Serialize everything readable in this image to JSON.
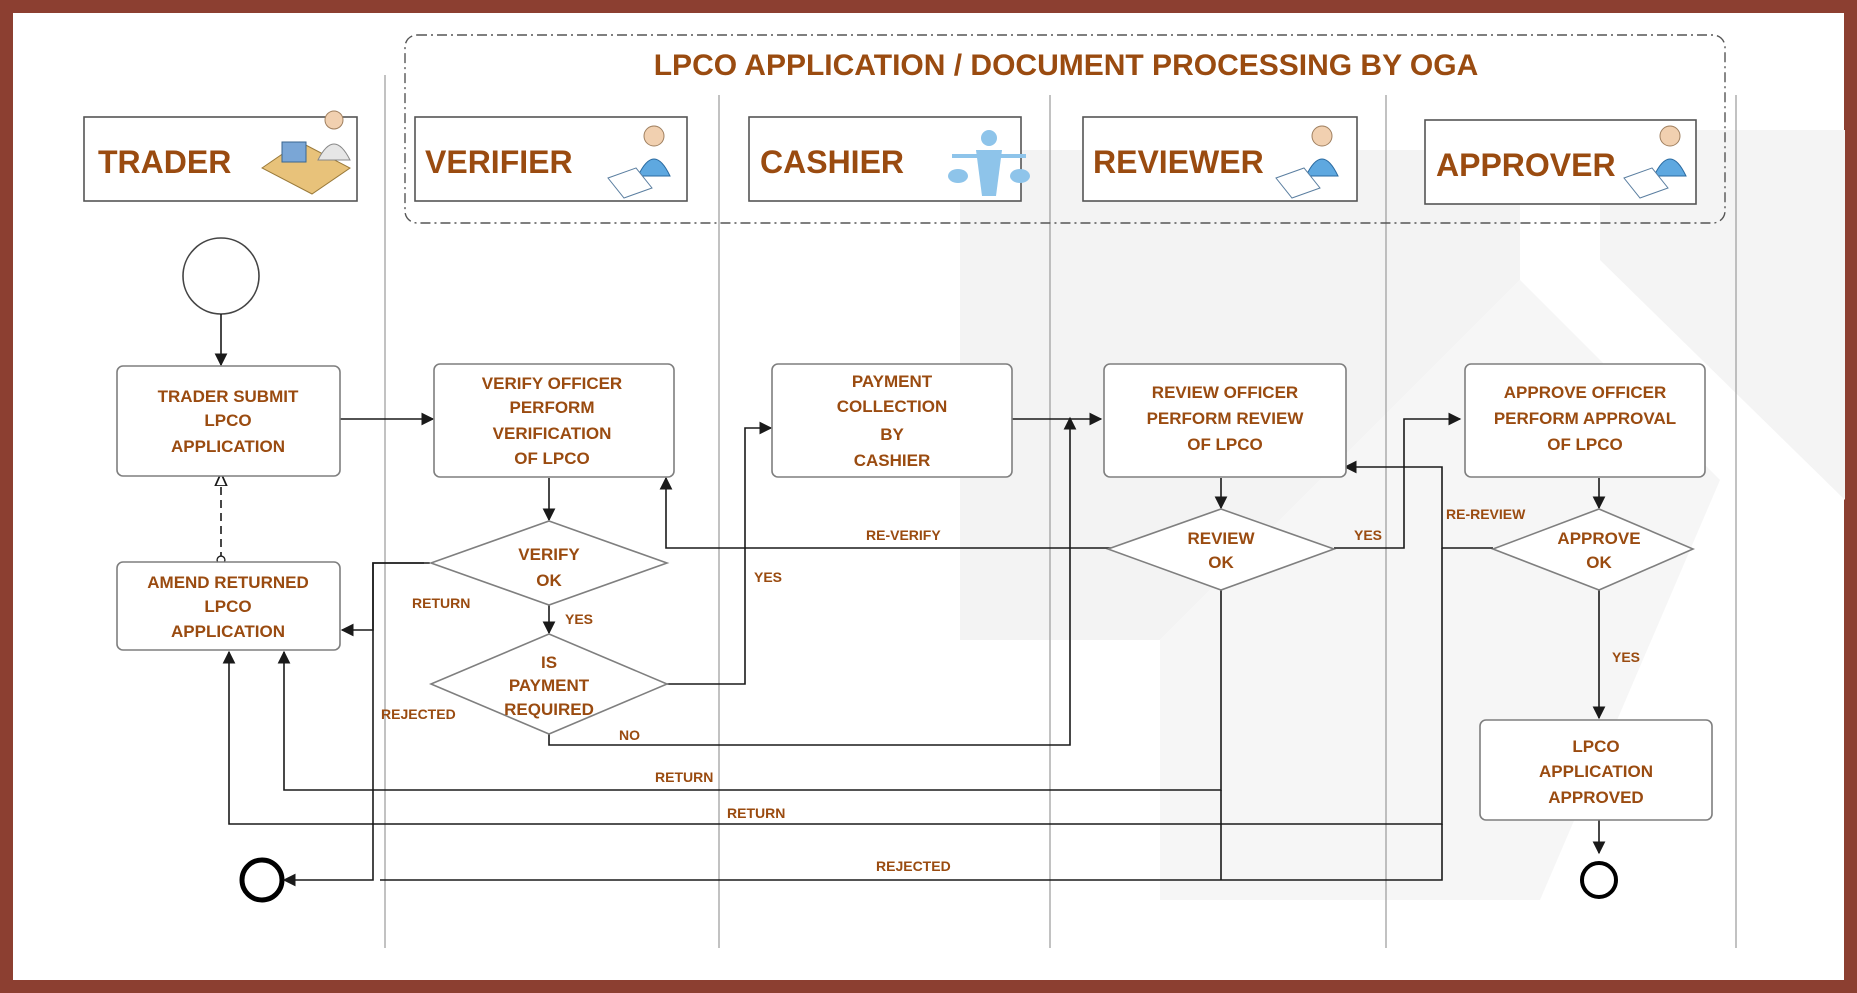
{
  "diagram": {
    "title": "LPCO APPLICATION / DOCUMENT PROCESSING BY OGA",
    "roles": {
      "trader": "TRADER",
      "verifier": "VERIFIER",
      "cashier": "CASHIER",
      "reviewer": "REVIEWER",
      "approver": "APPROVER"
    },
    "nodes": {
      "trader_submit": [
        "TRADER SUBMIT",
        "LPCO",
        "APPLICATION"
      ],
      "amend_returned": [
        "AMEND RETURNED",
        "LPCO",
        "APPLICATION"
      ],
      "verify_officer": [
        "VERIFY OFFICER",
        "PERFORM",
        "VERIFICATION",
        "OF LPCO"
      ],
      "verify_ok": [
        "VERIFY",
        "OK"
      ],
      "is_payment": [
        "IS",
        "PAYMENT",
        "REQUIRED"
      ],
      "payment_collection": [
        "PAYMENT",
        "COLLECTION",
        "BY",
        "CASHIER"
      ],
      "review_officer": [
        "REVIEW OFFICER",
        "PERFORM REVIEW",
        "OF LPCO"
      ],
      "review_ok": [
        "REVIEW",
        "OK"
      ],
      "approve_officer": [
        "APPROVE OFFICER",
        "PERFORM APPROVAL",
        "OF LPCO"
      ],
      "approve_ok": [
        "APPROVE",
        "OK"
      ],
      "approved": [
        "LPCO",
        "APPLICATION",
        "APPROVED"
      ]
    },
    "labels": {
      "return_verify": "RETURN",
      "yes_verify": "YES",
      "yes_payment": "YES",
      "no_payment": "NO",
      "rejected_verify": "REJECTED",
      "re_verify": "RE-VERIFY",
      "yes_review": "YES",
      "re_review": "RE-REVIEW",
      "yes_approve": "YES",
      "return_review": "RETURN",
      "return_approve": "RETURN",
      "rejected_bottom": "REJECTED"
    },
    "colors": {
      "frame": "#8c3f31",
      "text": "#9a4b10",
      "line": "#1a1a1a",
      "node_border": "#7f7f7f",
      "watermark": "#f2f2f2"
    },
    "icons": {
      "trader": "trader-desk-icon",
      "verifier": "person-document-icon",
      "cashier": "cashier-scale-icon",
      "reviewer": "person-document-icon",
      "approver": "person-document-icon"
    }
  }
}
